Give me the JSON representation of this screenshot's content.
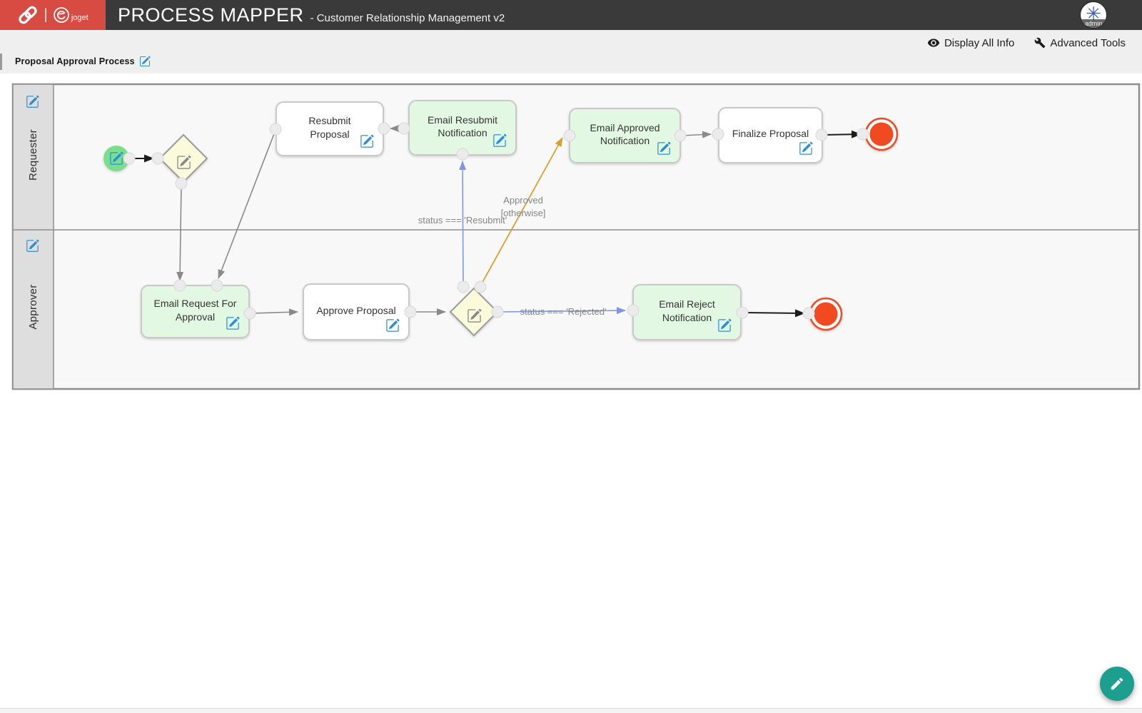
{
  "header": {
    "title": "PROCESS MAPPER",
    "subtitle": "- Customer Relationship Management v2",
    "brand": "joget",
    "user": "admin"
  },
  "toolbar": {
    "display_all_info": "Display All Info",
    "advanced_tools": "Advanced Tools"
  },
  "process": {
    "title": "Proposal Approval Process"
  },
  "diagram": {
    "lanes": {
      "requester": "Requester",
      "approver": "Approver"
    },
    "nodes": {
      "resubmit_proposal": "Resubmit Proposal",
      "email_resubmit_notification": "Email Resubmit Notification",
      "email_approved_notification": "Email Approved Notification",
      "finalize_proposal": "Finalize Proposal",
      "email_request_for_approval": "Email Request For Approval",
      "approve_proposal": "Approve Proposal",
      "email_reject_notification": "Email Reject Notification"
    },
    "edges": {
      "resubmit_condition": "status === 'Resubmit'",
      "approved_label": "Approved",
      "otherwise_label": "[otherwise]",
      "rejected_condition": "status === 'Rejected'"
    }
  },
  "colors": {
    "brand_red": "#d84b42",
    "header_dark": "#3a3a3a",
    "accent_blue": "#2b8fd8",
    "task_green": "#e3f8e2",
    "task_white": "#ffffff",
    "task_border": "#c9c9c9",
    "gateway_yellow": "#fbfbdc",
    "gateway_border": "#9b9b9b",
    "start_green": "#7ade8c",
    "end_red": "#f14a21",
    "edge_gray": "#8a8a8a",
    "edge_black": "#1c1c1c",
    "edge_blue": "#7d97e3",
    "edge_orange": "#dd9e2e",
    "fab_teal": "#1d9e8f",
    "lane_fill": "#dedede",
    "pool_border": "#8e8e8e",
    "pool_fill": "#f8f8f8",
    "label_gray": "#858585"
  }
}
